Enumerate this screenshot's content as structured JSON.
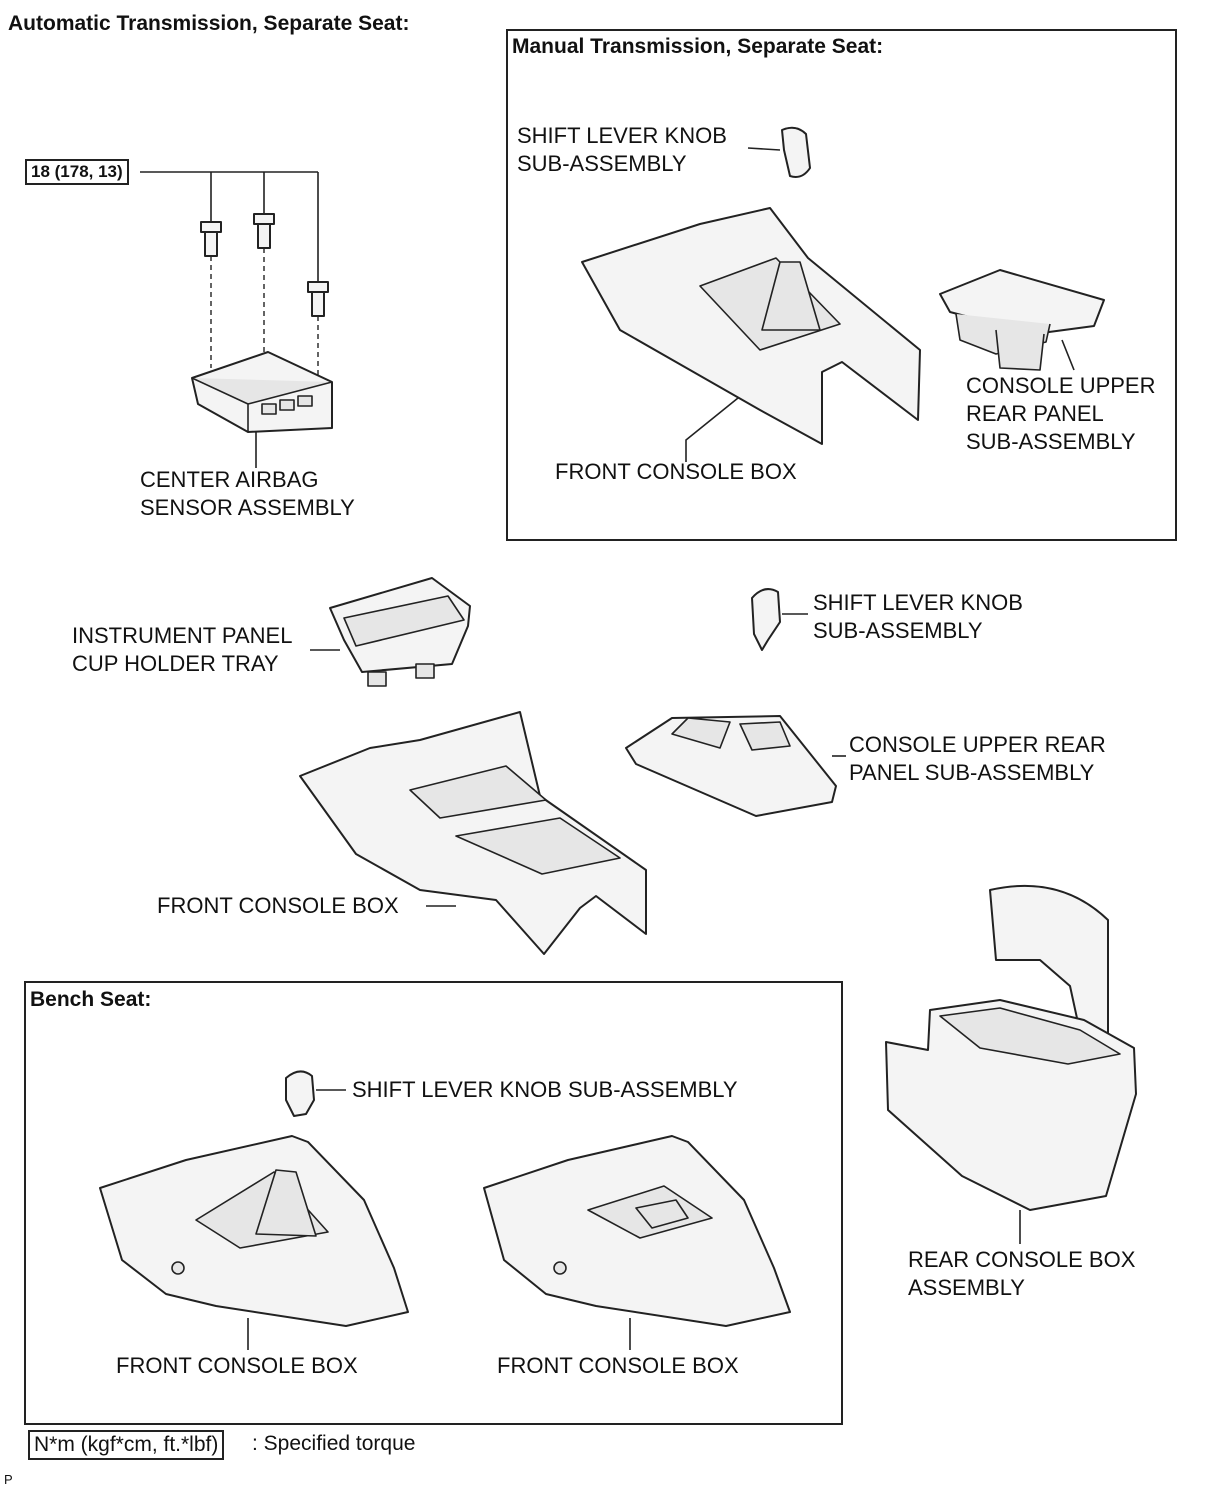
{
  "sections": {
    "auto_header": "Automatic Transmission, Separate Seat:",
    "manual_header": "Manual Transmission, Separate Seat:",
    "bench_header": "Bench Seat:"
  },
  "torque_label": "18 (178, 13)",
  "labels": {
    "center_airbag": "CENTER AIRBAG\nSENSOR ASSEMBLY",
    "manual_knob": "SHIFT LEVER KNOB\nSUB-ASSEMBLY",
    "manual_upper_rear": "CONSOLE UPPER\nREAR PANEL\nSUB-ASSEMBLY",
    "manual_front_console": "FRONT CONSOLE BOX",
    "cup_holder": "INSTRUMENT PANEL\nCUP HOLDER TRAY",
    "auto_knob": "SHIFT LEVER KNOB\nSUB-ASSEMBLY",
    "auto_upper_rear": "CONSOLE UPPER REAR\nPANEL SUB-ASSEMBLY",
    "auto_front_console": "FRONT CONSOLE BOX",
    "bench_knob": "SHIFT LEVER KNOB SUB-ASSEMBLY",
    "bench_front_console_left": "FRONT CONSOLE BOX",
    "bench_front_console_right": "FRONT CONSOLE BOX",
    "rear_console": "REAR CONSOLE BOX\nASSEMBLY"
  },
  "legend": {
    "unit": "N*m (kgf*cm, ft.*lbf)",
    "description": ": Specified torque"
  },
  "corner_mark": "P"
}
